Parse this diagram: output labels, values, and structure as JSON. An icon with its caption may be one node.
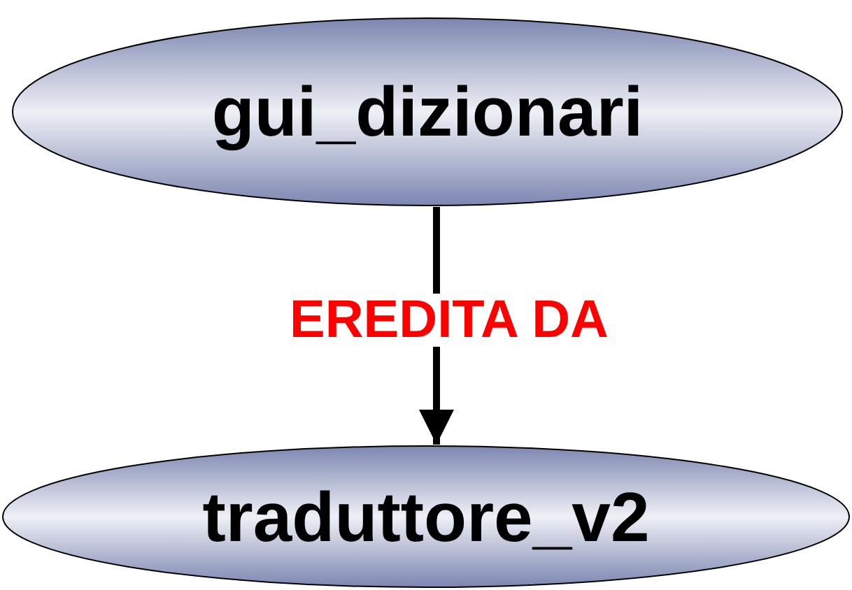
{
  "diagram": {
    "nodes": [
      {
        "text": [
          "gui_dizionari"
        ]
      },
      {
        "text": [
          "traduttore_v2"
        ]
      }
    ],
    "edges": [
      {
        "from": 0,
        "to": 1,
        "arrow": "to",
        "label": "EREDITA DA"
      }
    ]
  }
}
